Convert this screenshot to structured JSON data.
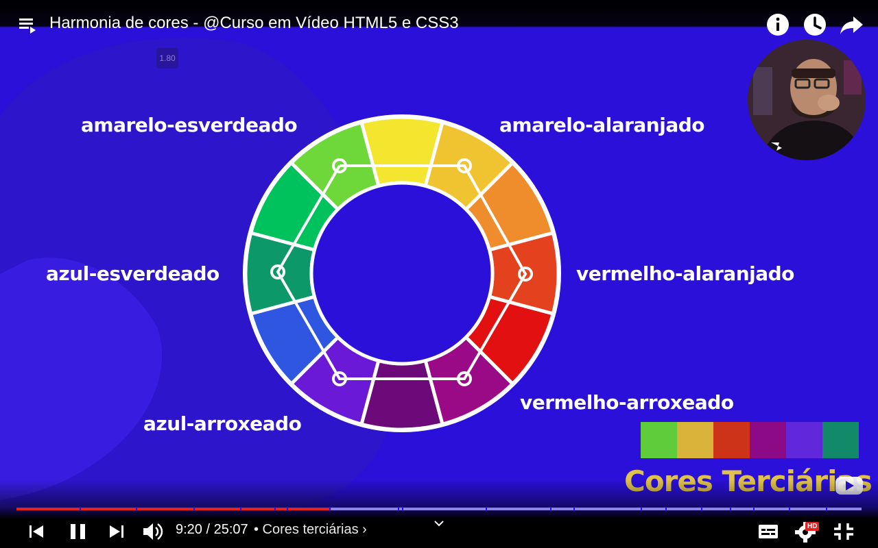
{
  "header": {
    "title": "Harmonia de cores - @Curso em Vídeo HTML5 e CSS3",
    "playlist_icon": "playlist-icon",
    "actions": [
      {
        "name": "info-icon"
      },
      {
        "name": "watch-later-icon"
      },
      {
        "name": "share-icon"
      }
    ]
  },
  "overlay": {
    "speed": "1.80"
  },
  "slide": {
    "labels": {
      "top_left": "amarelo-esverdeado",
      "top_right": "amarelo-alaranjado",
      "left": "azul-esverdeado",
      "right": "vermelho-alaranjado",
      "bottom_left": "azul-arroxeado",
      "bottom_right": "vermelho-arroxeado"
    },
    "wheel_colors": [
      "#f4e52e",
      "#f0c430",
      "#ef8d2d",
      "#e4411f",
      "#e21010",
      "#9a0a86",
      "#6d0a7a",
      "#6a1ad6",
      "#2f56e0",
      "#0c9868",
      "#00c25c",
      "#6ed83a"
    ],
    "swatch_colors": [
      "#5fcc3c",
      "#d9b33a",
      "#cc3318",
      "#8d0a86",
      "#6127da",
      "#128a6a"
    ],
    "section_title": "Cores Terciárias"
  },
  "player": {
    "current_time": "9:20",
    "duration": "25:07",
    "time_display": "9:20 / 25:07",
    "chapter": "• Cores terciárias",
    "progress_played": 0.372,
    "buttons": {
      "previous": "previous-icon",
      "pause": "pause-icon",
      "next": "next-icon",
      "volume": "volume-icon",
      "subtitles": "subtitles-icon",
      "settings": "settings-icon",
      "exit_fullscreen": "exit-fullscreen-icon"
    },
    "settings_badge": "HD",
    "played_color": "#e52020",
    "unplayed_color": "#8d84e6"
  }
}
